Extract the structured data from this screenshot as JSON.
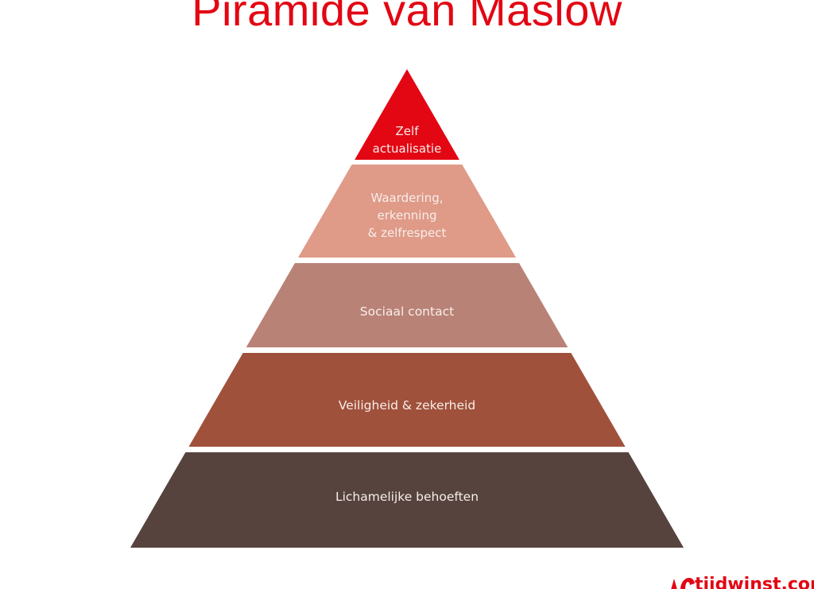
{
  "title": "Piramide van Maslow",
  "colors": {
    "title": "#e30613",
    "background": "#ffffff",
    "separator": "#f6ece8",
    "label_text": "#f7eeea"
  },
  "levels": [
    {
      "id": "zelfactualisatie",
      "lines": [
        "Zelf",
        "actualisatie"
      ],
      "color": "#e30613"
    },
    {
      "id": "waardering",
      "lines": [
        "Waardering,",
        "erkenning",
        "& zelfrespect"
      ],
      "color": "#df9a88"
    },
    {
      "id": "sociaal",
      "lines": [
        "Sociaal contact"
      ],
      "color": "#b98276"
    },
    {
      "id": "veiligheid",
      "lines": [
        "Veiligheid & zekerheid"
      ],
      "color": "#a0513b"
    },
    {
      "id": "lichamelijk",
      "lines": [
        "Lichamelijke behoeften"
      ],
      "color": "#56433e"
    }
  ],
  "logo": {
    "text": "tijdwinst.com",
    "color": "#e30613",
    "icon": "tijdwinst-logo-icon"
  }
}
